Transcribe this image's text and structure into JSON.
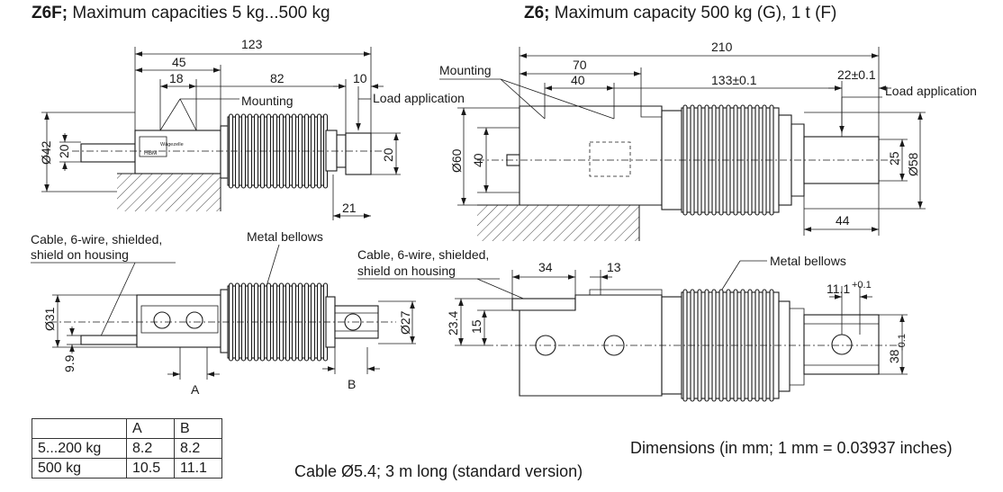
{
  "left_title": {
    "model": "Z6F;",
    "rest": " Maximum capacities 5 kg...500 kg"
  },
  "right_title": {
    "model": "Z6;",
    "rest": " Maximum capacity 500 kg (G), 1 t (F)"
  },
  "left_top_view": {
    "dim_total": "123",
    "dim_45": "45",
    "dim_18": "18",
    "dim_82": "82",
    "dim_10": "10",
    "mounting": "Mounting",
    "load_application": "Load application",
    "dia42": "Ø42",
    "dim_20_left": "20",
    "dim_20_right": "20",
    "dim_21": "21",
    "housing_label": "Wägezelle",
    "logo": "HBM"
  },
  "left_bottom_view": {
    "cable_label_1": "Cable, 6-wire, shielded,",
    "cable_label_2": "shield on housing",
    "bellows_label": "Metal bellows",
    "dia31": "Ø31",
    "dim_9_9": "9.9",
    "dia27": "Ø27",
    "label_a": "A",
    "label_b": "B"
  },
  "right_top_view": {
    "dim_210": "210",
    "dim_70": "70",
    "dim_40": "40",
    "dim_133": "133±0.1",
    "dim_22": "22±0.1",
    "mounting": "Mounting",
    "load_application": "Load application",
    "dia60": "Ø60",
    "dim_40_vert": "40",
    "dim_25": "25",
    "dia58": "Ø58",
    "dim_44": "44"
  },
  "right_bottom_view": {
    "cable_label_1": "Cable, 6-wire, shielded,",
    "cable_label_2": "shield on housing",
    "bellows_label": "Metal bellows",
    "dim_34": "34",
    "dim_13": "13",
    "dim_11_1": "11.1",
    "dim_11_1_tol": "+0.1",
    "dim_23_4": "23.4",
    "dim_15": "15",
    "dim_38": "38",
    "dim_38_tol": "-0.1"
  },
  "ab_table": {
    "header": [
      "",
      "A",
      "B"
    ],
    "rows": [
      [
        "5...200 kg",
        "8.2",
        "8.2"
      ],
      [
        "500 kg",
        "10.5",
        "11.1"
      ]
    ]
  },
  "notes": {
    "cable": "Cable Ø5.4; 3 m long (standard version)",
    "dimensions": "Dimensions (in mm; 1 mm = 0.03937 inches)"
  }
}
